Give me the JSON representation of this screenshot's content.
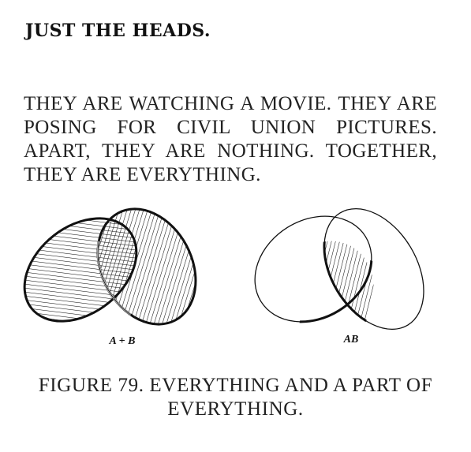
{
  "heading": "JUST THE HEADS.",
  "paragraph": "THEY ARE WATCHING A MOVIE. THEY ARE POSING FOR CIVIL UNION PICTURES. APART, THEY ARE NOTHING.  TOGETHER, THEY ARE EVERYTHING.",
  "figure": {
    "left_label": "A + B",
    "right_label": "AB",
    "caption": "FIGURE 79. EVERYTHING AND A PART OF EVERYTHING."
  },
  "colors": {
    "ink": "#111111",
    "background": "#ffffff"
  }
}
